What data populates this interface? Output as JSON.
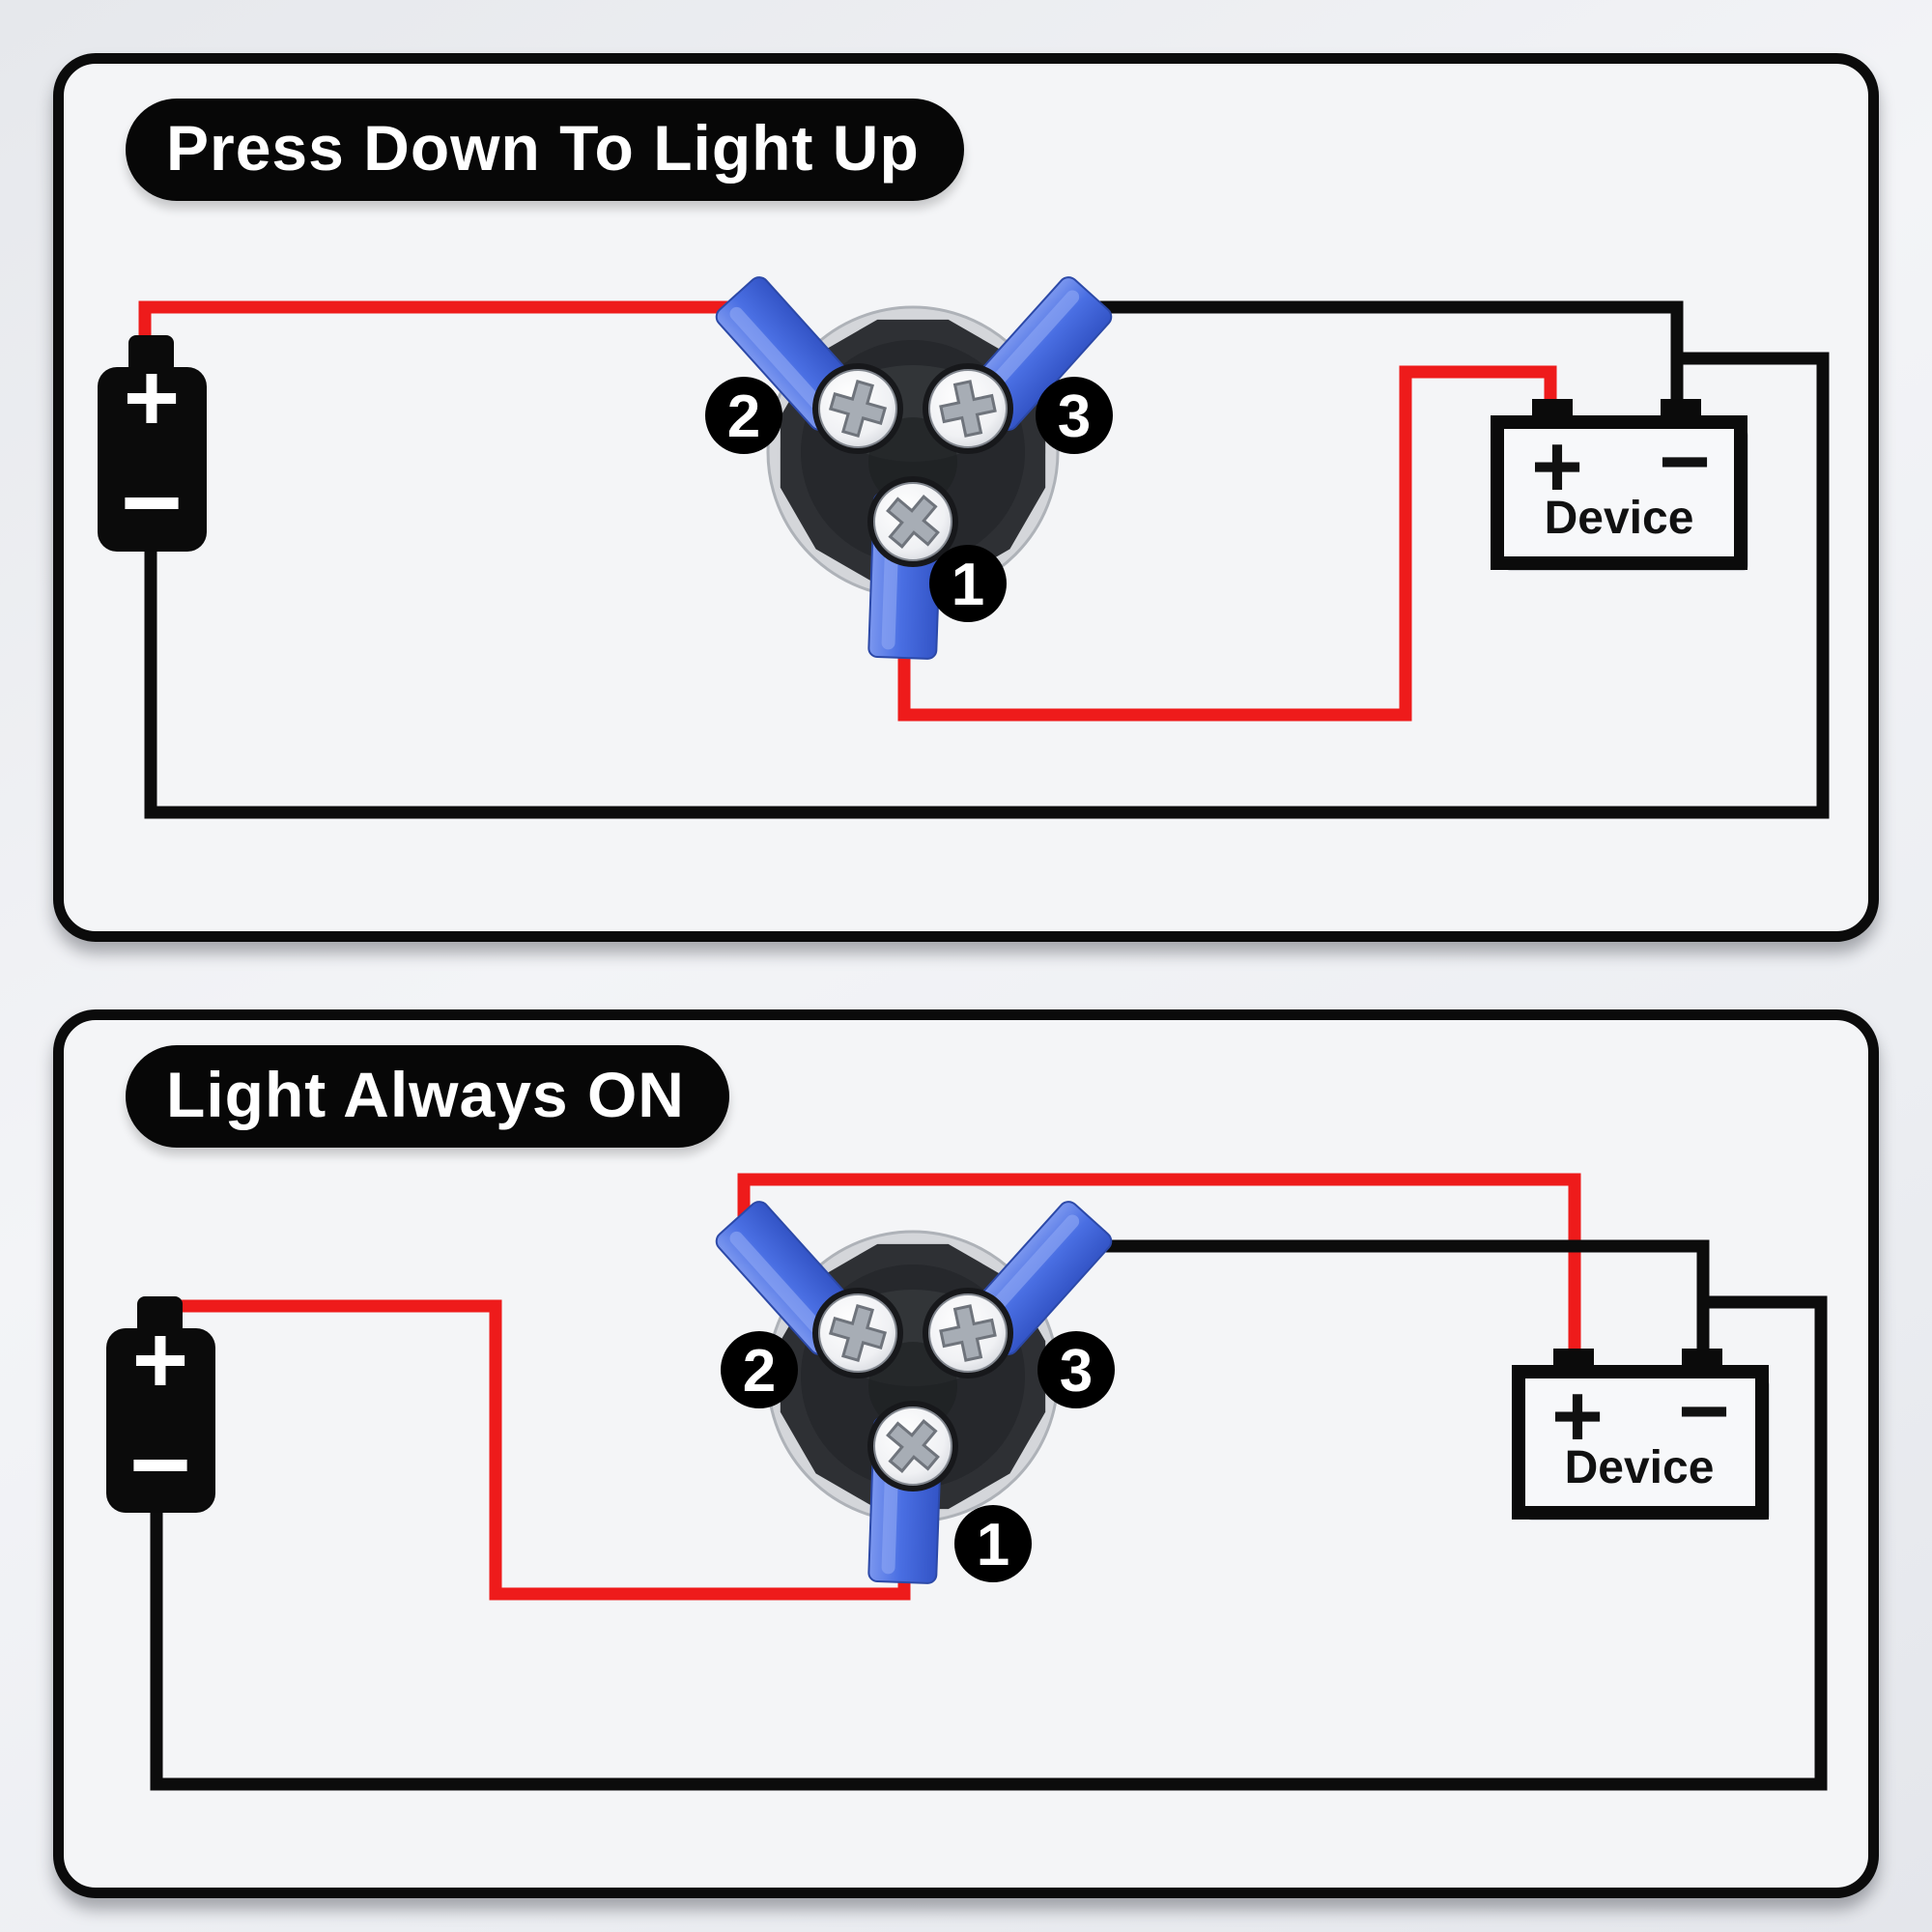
{
  "panels": [
    {
      "title": "Press Down To Light Up",
      "badges": {
        "t1": "1",
        "t2": "2",
        "t3": "3"
      },
      "battery": {
        "plus": "+",
        "minus": "−"
      },
      "device": {
        "label": "Device",
        "plus": "+",
        "minus": "−"
      }
    },
    {
      "title": "Light Always ON",
      "badges": {
        "t1": "1",
        "t2": "2",
        "t3": "3"
      },
      "battery": {
        "plus": "+",
        "minus": "−"
      },
      "device": {
        "label": "Device",
        "plus": "+",
        "minus": "−"
      }
    }
  ],
  "colors": {
    "wire_red": "#ee1b1b",
    "wire_black": "#0c0c0c",
    "connector_blue": "#4a6fe3",
    "panel_bg": "#f4f5f7",
    "panel_border": "#0b0b0b",
    "badge_bg": "#000000",
    "badge_text": "#ffffff",
    "switch_body": "#2e3034",
    "switch_rim": "#d4d6da",
    "screw_silver": "#f2f3f5"
  },
  "icons": {
    "battery": "battery-icon",
    "device": "device-box-icon",
    "switch": "push-button-switch-icon",
    "terminal_connector": "blue-spade-connector-icon"
  }
}
